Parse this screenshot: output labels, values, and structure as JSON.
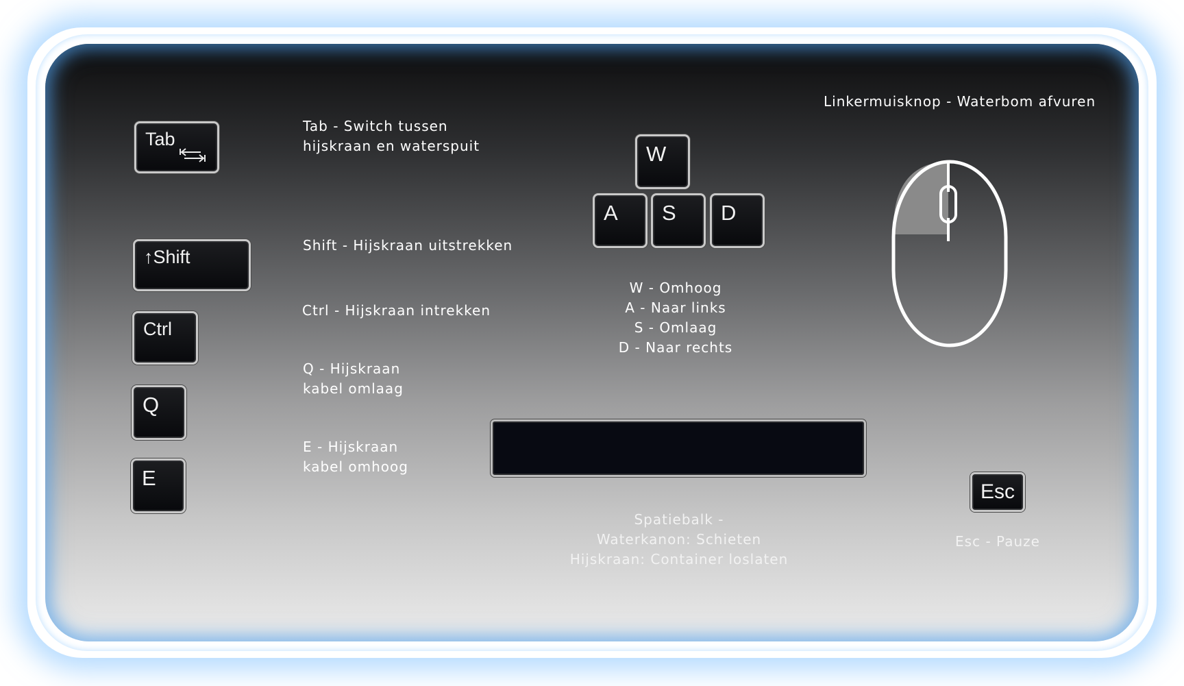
{
  "keys": {
    "tab": "Tab",
    "shift": "↑Shift",
    "ctrl": "Ctrl",
    "q": "Q",
    "e": "E",
    "w": "W",
    "a": "A",
    "s": "S",
    "d": "D",
    "esc": "Esc"
  },
  "labels": {
    "tab": [
      "Tab - Switch tussen",
      "hijskraan en waterspuit"
    ],
    "shift": "Shift - Hijskraan uitstrekken",
    "ctrl": "Ctrl - Hijskraan intrekken",
    "q": [
      "Q - Hijskraan",
      "kabel omlaag"
    ],
    "e": [
      "E - Hijskraan",
      "kabel omhoog"
    ],
    "wasd": [
      "W - Omhoog",
      "A - Naar links",
      "S - Omlaag",
      "D - Naar rechts"
    ],
    "mouse": "Linkermuisknop - Waterbom afvuren",
    "space": [
      "Spatiebalk -",
      "Waterkanon: Schieten",
      "Hijskraan: Container loslaten"
    ],
    "esc": "Esc - Pauze"
  },
  "icons": {
    "tab_arrows": "tab-arrows-icon",
    "mouse": "mouse-left-button-icon"
  },
  "colors": {
    "key_face": "#0a0b0e",
    "key_border": "#c9c9c9",
    "glow": "#78beff",
    "mouse_left_highlight": "#8a8a8a"
  }
}
